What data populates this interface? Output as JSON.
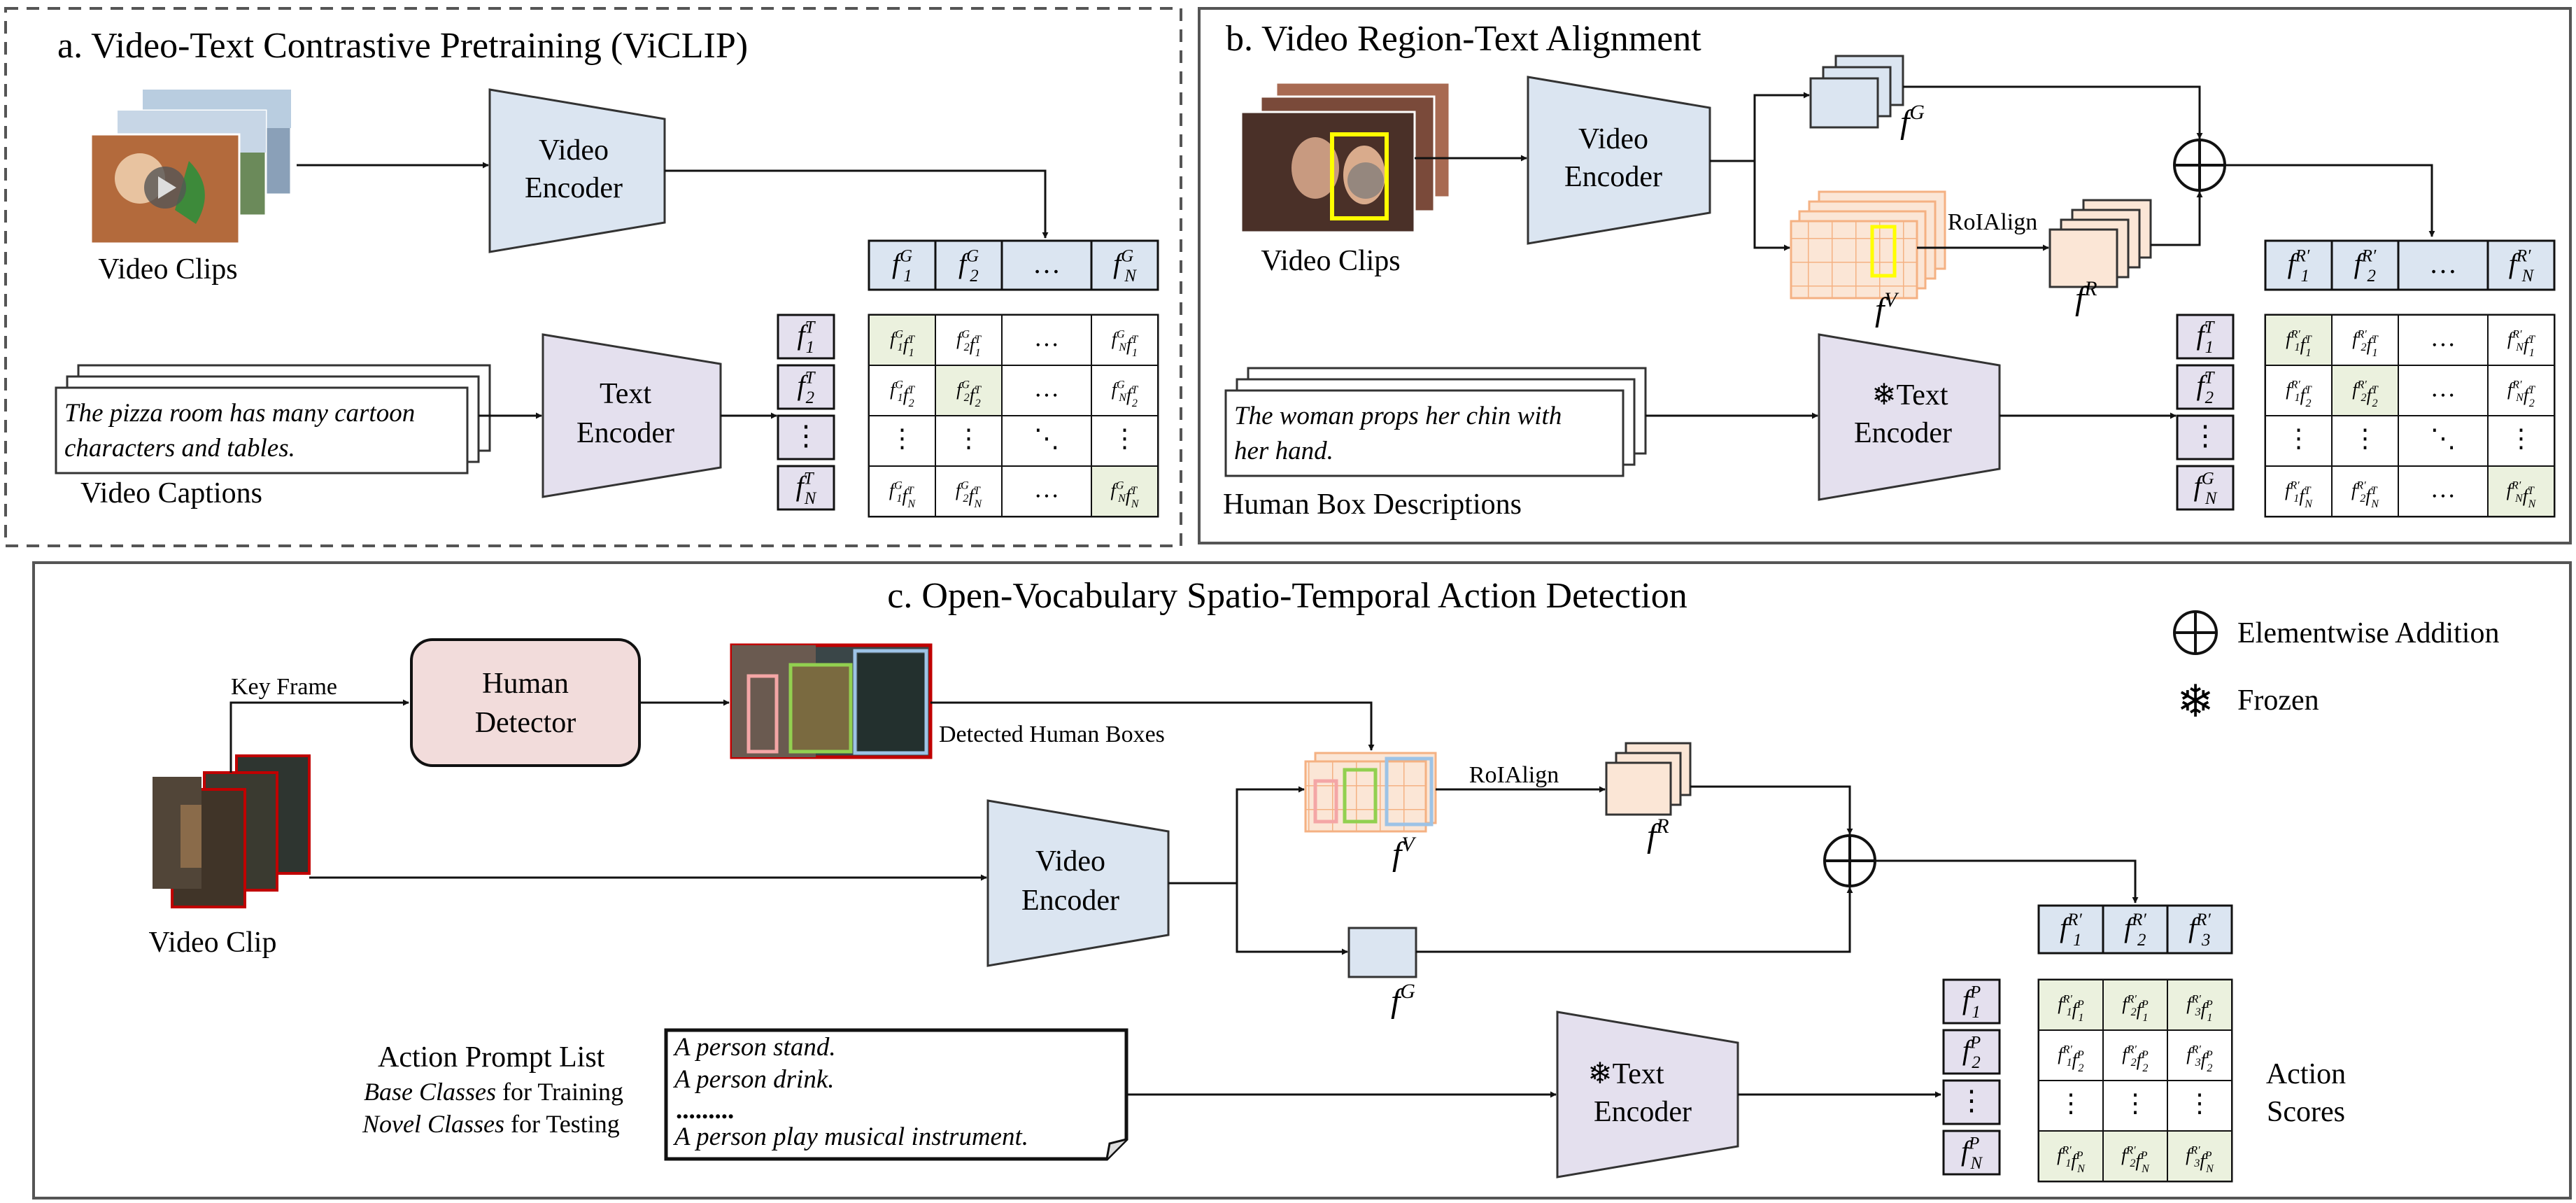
{
  "colors": {
    "encoder_blue": "#dbe5f1",
    "encoder_purple": "#e4e0ee",
    "detector_pink": "#f2dcdb",
    "feature_peach": "#fbe6d6",
    "feature_grid_stroke": "#f4b183",
    "highlight_green": "#ebf1de",
    "box_yellow": "#ffff00",
    "box_pink": "#f4a6a6",
    "box_green": "#92d050",
    "box_blue": "#9dc3e6"
  },
  "panel_a": {
    "title": "a. Video-Text Contrastive Pretraining (ViCLIP)",
    "video_encoder": [
      "Video",
      "Encoder"
    ],
    "text_encoder": [
      "Text",
      "Encoder"
    ],
    "video_clips_label": "Video Clips",
    "caption": [
      "The pizza room has many cartoon",
      "characters and tables."
    ],
    "video_captions_label": "Video Captions",
    "video_feats": [
      [
        "f",
        "1",
        "G"
      ],
      [
        "f",
        "2",
        "G"
      ],
      [
        "…"
      ],
      [
        "f",
        "N",
        "G"
      ]
    ],
    "text_feats": [
      [
        "f",
        "1",
        "T"
      ],
      [
        "f",
        "2",
        "T"
      ],
      [
        "⋮"
      ],
      [
        "f",
        "N",
        "T"
      ]
    ],
    "matrix": [
      [
        [
          "f",
          "1",
          "G",
          "f",
          "1",
          "T"
        ],
        [
          "f",
          "2",
          "G",
          "f",
          "1",
          "T"
        ],
        [
          "…"
        ],
        [
          "f",
          "N",
          "G",
          "f",
          "1",
          "T"
        ]
      ],
      [
        [
          "f",
          "1",
          "G",
          "f",
          "2",
          "T"
        ],
        [
          "f",
          "2",
          "G",
          "f",
          "2",
          "T"
        ],
        [
          "…"
        ],
        [
          "f",
          "N",
          "G",
          "f",
          "2",
          "T"
        ]
      ],
      [
        [
          "⋮"
        ],
        [
          "⋮"
        ],
        [
          "⋱"
        ],
        [
          "⋮"
        ]
      ],
      [
        [
          "f",
          "1",
          "G",
          "f",
          "N",
          "T"
        ],
        [
          "f",
          "2",
          "G",
          "f",
          "N",
          "T"
        ],
        [
          "…"
        ],
        [
          "f",
          "N",
          "G",
          "f",
          "N",
          "T"
        ]
      ]
    ]
  },
  "panel_b": {
    "title": "b. Video Region-Text Alignment",
    "video_encoder": [
      "Video",
      "Encoder"
    ],
    "text_encoder": [
      "❄Text",
      "Encoder"
    ],
    "video_clips_label": "Video Clips",
    "roialign": "RoIAlign",
    "fg_label": [
      "f",
      "",
      "G"
    ],
    "fv_label": [
      "f",
      "",
      "V"
    ],
    "fr_label": [
      "f",
      "",
      "R"
    ],
    "caption": [
      "The woman props her chin with",
      "her hand."
    ],
    "human_box_label": "Human Box Descriptions",
    "region_feats": [
      [
        "f",
        "1",
        "R′"
      ],
      [
        "f",
        "2",
        "R′"
      ],
      [
        "…"
      ],
      [
        "f",
        "N",
        "R′"
      ]
    ],
    "text_feats": [
      [
        "f",
        "1",
        "T"
      ],
      [
        "f",
        "2",
        "T"
      ],
      [
        "⋮"
      ],
      [
        "f",
        "N",
        "G"
      ]
    ],
    "matrix": [
      [
        [
          "f",
          "1",
          "R′",
          "f",
          "1",
          "T"
        ],
        [
          "f",
          "2",
          "R′",
          "f",
          "1",
          "T"
        ],
        [
          "…"
        ],
        [
          "f",
          "N",
          "R′",
          "f",
          "1",
          "T"
        ]
      ],
      [
        [
          "f",
          "1",
          "R′",
          "f",
          "2",
          "T"
        ],
        [
          "f",
          "2",
          "R′",
          "f",
          "2",
          "T"
        ],
        [
          "…"
        ],
        [
          "f",
          "N",
          "R′",
          "f",
          "2",
          "T"
        ]
      ],
      [
        [
          "⋮"
        ],
        [
          "⋮"
        ],
        [
          "⋱"
        ],
        [
          "⋮"
        ]
      ],
      [
        [
          "f",
          "1",
          "R′",
          "f",
          "N",
          "T"
        ],
        [
          "f",
          "2",
          "R′",
          "f",
          "N",
          "T"
        ],
        [
          "…"
        ],
        [
          "f",
          "N",
          "R′",
          "f",
          "N",
          "T"
        ]
      ]
    ]
  },
  "panel_c": {
    "title": "c. Open-Vocabulary Spatio-Temporal Action Detection",
    "key_frame": "Key Frame",
    "human_detector": [
      "Human",
      "Detector"
    ],
    "detected_boxes": "Detected Human Boxes",
    "video_clip_label": "Video Clip",
    "video_encoder": [
      "Video",
      "Encoder"
    ],
    "text_encoder": [
      "❄Text",
      "Encoder"
    ],
    "roialign": "RoIAlign",
    "fv_label": [
      "f",
      "",
      "V"
    ],
    "fr_label": [
      "f",
      "",
      "R"
    ],
    "fg_label": [
      "f",
      "",
      "G"
    ],
    "prompt_title": "Action Prompt List",
    "base_line": [
      "Base Classes",
      " for Training"
    ],
    "novel_line": [
      "Novel Classes",
      " for Testing"
    ],
    "prompts": [
      "A person stand.",
      "A person drink.",
      ".........",
      "A person play musical instrument."
    ],
    "action_scores": [
      "Action",
      "Scores"
    ],
    "region_feats": [
      [
        "f",
        "1",
        "R′"
      ],
      [
        "f",
        "2",
        "R′"
      ],
      [
        "f",
        "3",
        "R′"
      ]
    ],
    "prompt_feats": [
      [
        "f",
        "1",
        "P"
      ],
      [
        "f",
        "2",
        "P"
      ],
      [
        "⋮"
      ],
      [
        "f",
        "N",
        "P"
      ]
    ],
    "matrix": [
      [
        [
          "f",
          "1",
          "R′",
          "f",
          "1",
          "P"
        ],
        [
          "f",
          "2",
          "R′",
          "f",
          "1",
          "P"
        ],
        [
          "f",
          "3",
          "R′",
          "f",
          "1",
          "P"
        ]
      ],
      [
        [
          "f",
          "1",
          "R′",
          "f",
          "2",
          "P"
        ],
        [
          "f",
          "2",
          "R′",
          "f",
          "2",
          "P"
        ],
        [
          "f",
          "3",
          "R′",
          "f",
          "2",
          "P"
        ]
      ],
      [
        [
          "⋮"
        ],
        [
          "⋮"
        ],
        [
          "⋮"
        ]
      ],
      [
        [
          "f",
          "1",
          "R′",
          "f",
          "N",
          "P"
        ],
        [
          "f",
          "2",
          "R′",
          "f",
          "N",
          "P"
        ],
        [
          "f",
          "3",
          "R′",
          "f",
          "N",
          "P"
        ]
      ]
    ]
  },
  "legend": {
    "addition": "Elementwise Addition",
    "frozen": "Frozen",
    "addition_icon": "circle-plus-icon",
    "frozen_icon": "snowflake-icon"
  }
}
